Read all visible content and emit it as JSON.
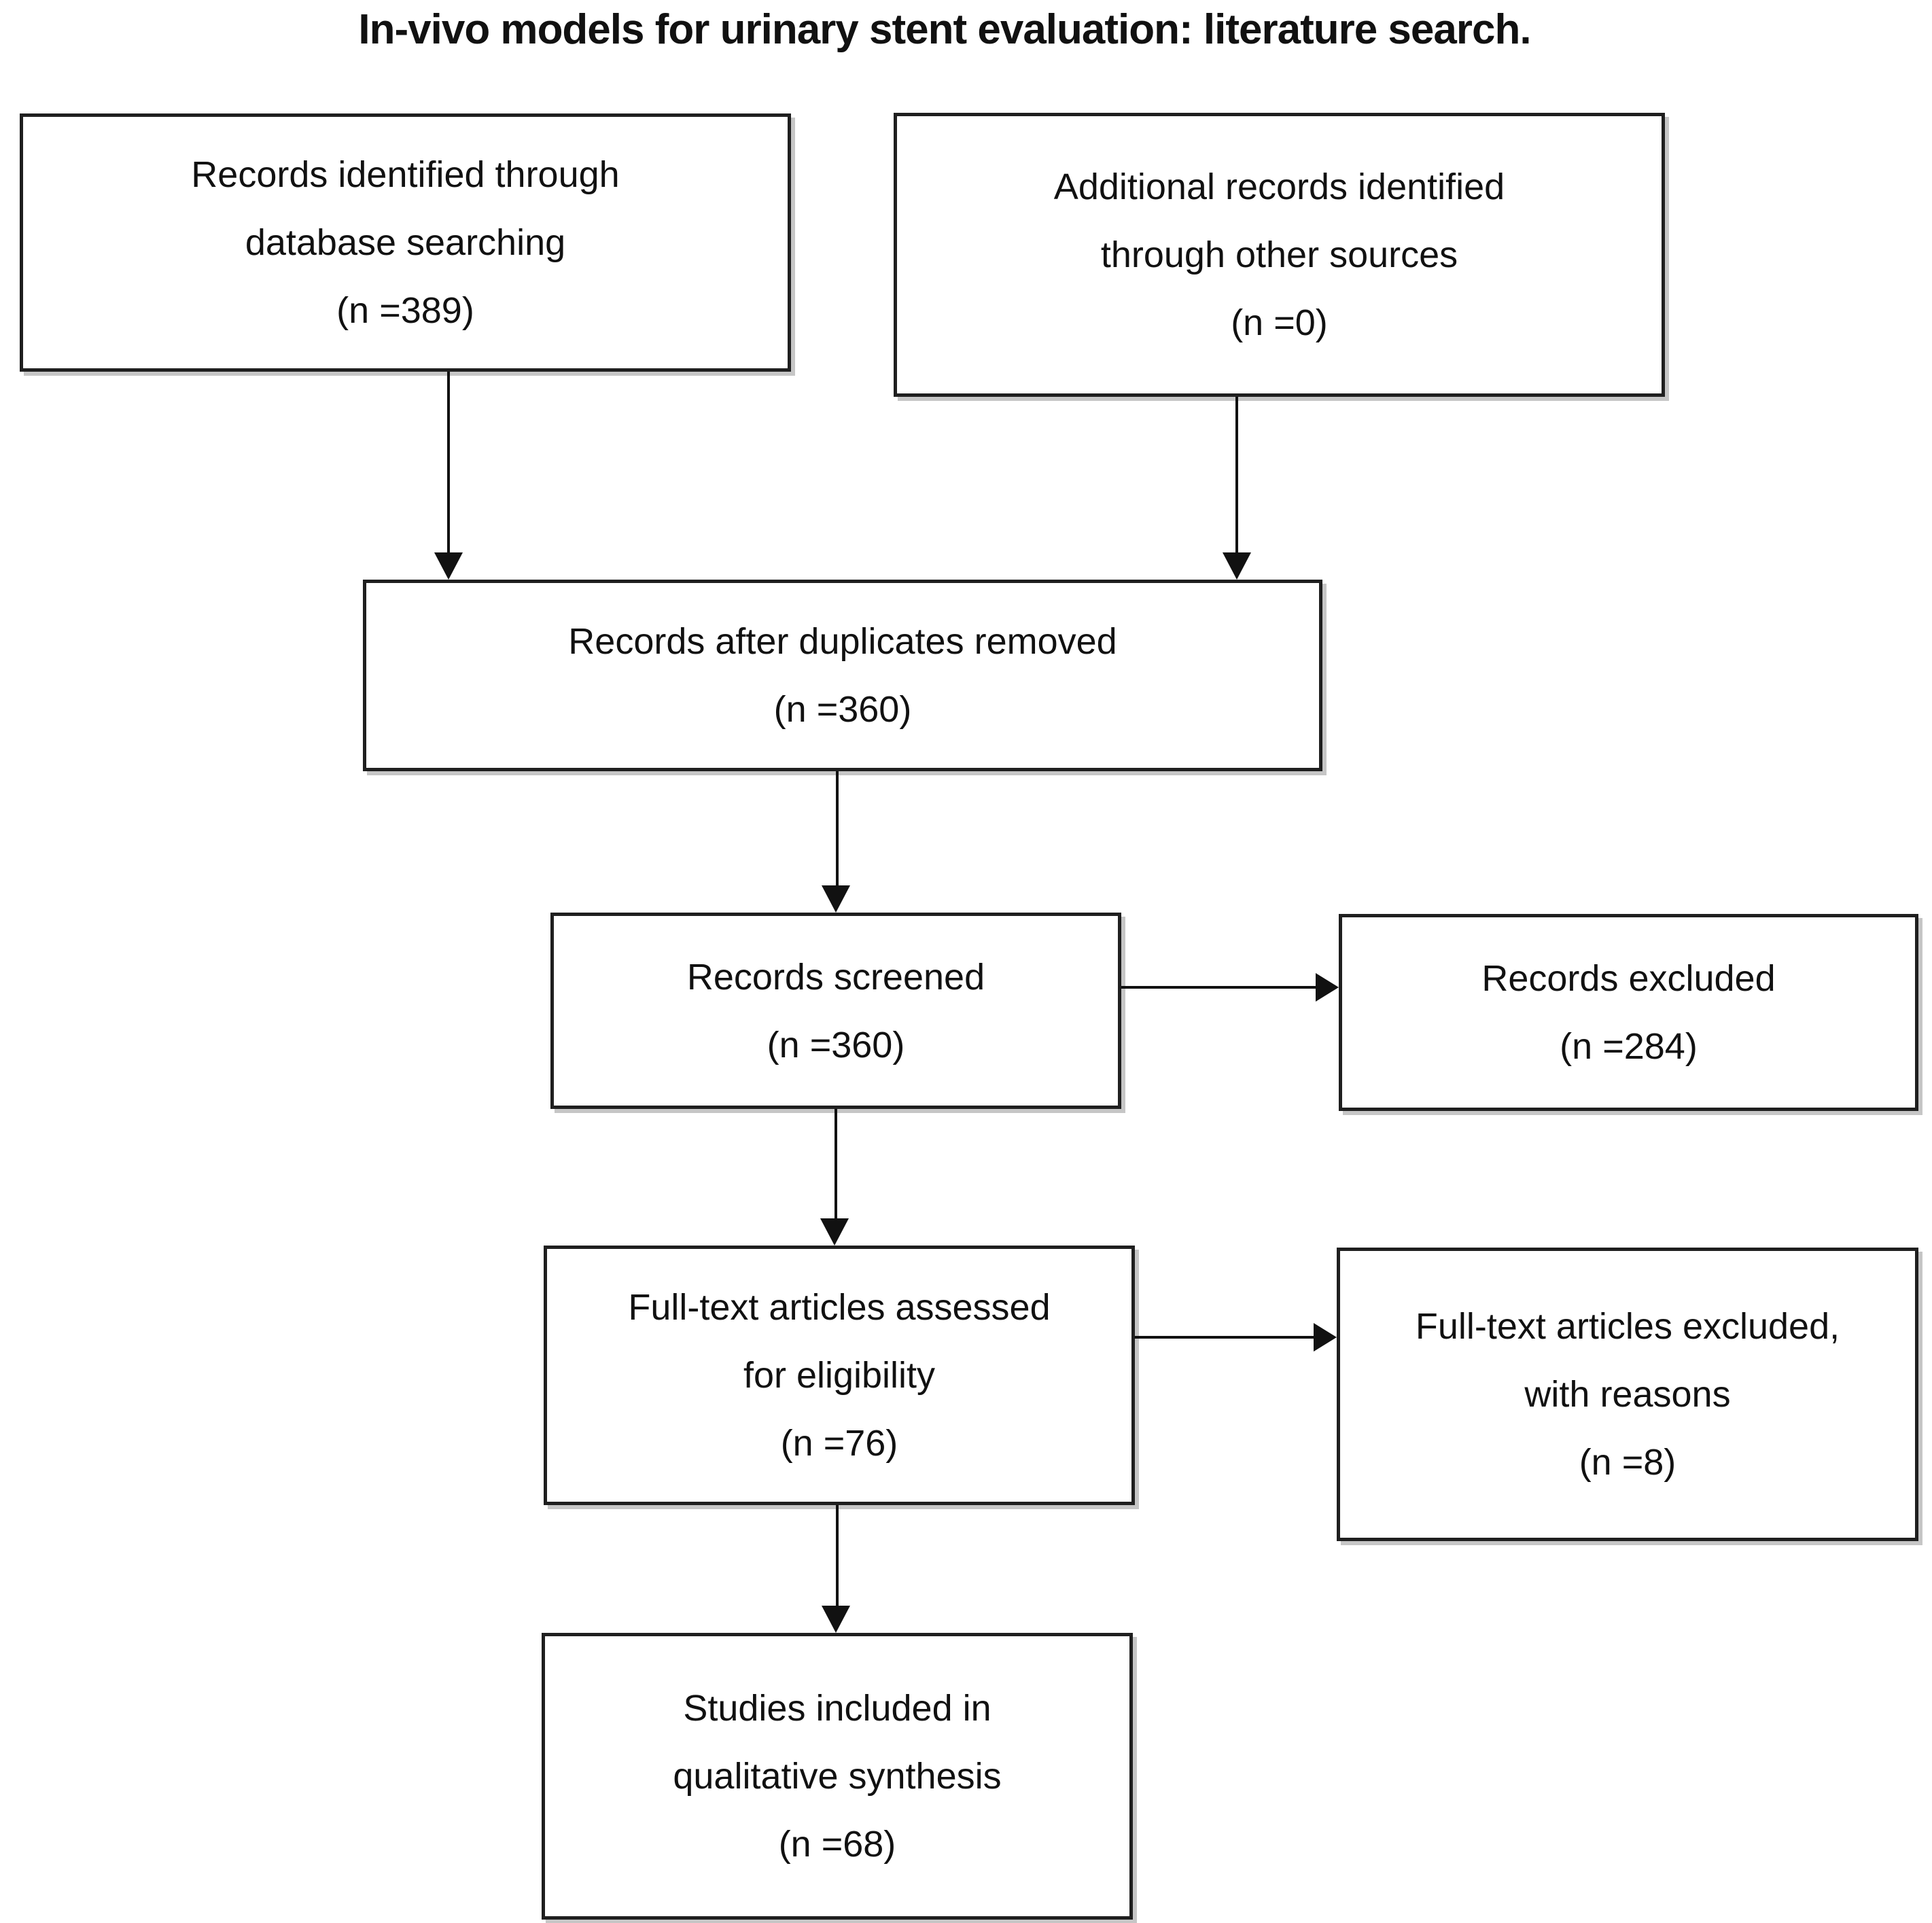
{
  "title": "In-vivo models for urinary stent evaluation: literature search.",
  "nodes": {
    "identified": {
      "label": "Records identified through\ndatabase searching\n(n =389)",
      "n": 389
    },
    "additional": {
      "label": "Additional records identified\nthrough other sources\n(n =0)",
      "n": 0
    },
    "deduplicated": {
      "label": "Records after duplicates removed\n(n =360)",
      "n": 360
    },
    "screened": {
      "label": "Records screened\n(n =360)",
      "n": 360
    },
    "excluded": {
      "label": "Records excluded\n(n =284)",
      "n": 284
    },
    "fulltext_assessed": {
      "label": "Full-text articles assessed\nfor eligibility\n(n =76)",
      "n": 76
    },
    "fulltext_excluded": {
      "label": "Full-text articles excluded,\nwith reasons\n(n =8)",
      "n": 8
    },
    "included_qualitative": {
      "label": "Studies included in\nqualitative synthesis\n(n =68)",
      "n": 68
    }
  },
  "colors": {
    "box_border": "#1f1f1f",
    "text": "#111111",
    "arrow": "#111111",
    "shadow": "#c6c6c6",
    "background": "#ffffff"
  }
}
